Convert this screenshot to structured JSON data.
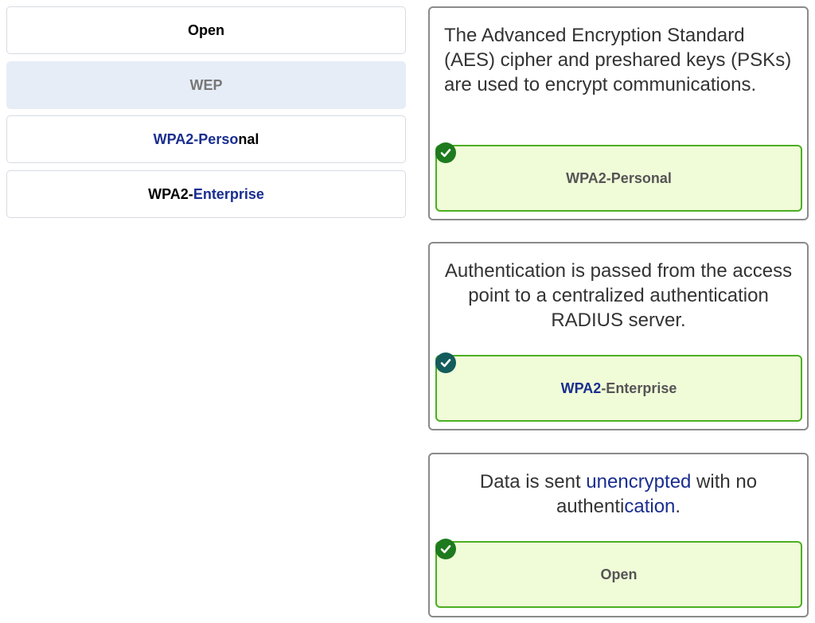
{
  "options": [
    {
      "label": "Open"
    },
    {
      "label": "WEP"
    },
    {
      "label_a": "WPA2-Perso",
      "label_b": "nal"
    },
    {
      "label_a": "WPA2-",
      "label_b": "Enterprise"
    }
  ],
  "matches": [
    {
      "description": "The Advanced Encryption Standard (AES) cipher and preshared keys (PSKs) are used to encrypt communications.",
      "answer": "WPA2-Personal",
      "status": "correct"
    },
    {
      "description": "Authentication is passed from the access point to a centralized authentication RADIUS server.",
      "answer_a": "WPA2",
      "answer_b": "-Enterprise",
      "status": "correct"
    },
    {
      "description_a": "Data is sent ",
      "description_b": "unencrypted",
      "description_c": " with no authenti",
      "description_d": "cation",
      "description_e": ".",
      "answer": "Open",
      "status": "correct"
    }
  ],
  "colors": {
    "correct": "#1e7a1e",
    "drop_zone_bg": "#f0fbd8",
    "drop_zone_border": "#4caf22",
    "used_option_bg": "#e6edf7"
  },
  "icons": {
    "status": "checkmark-circle-icon"
  }
}
